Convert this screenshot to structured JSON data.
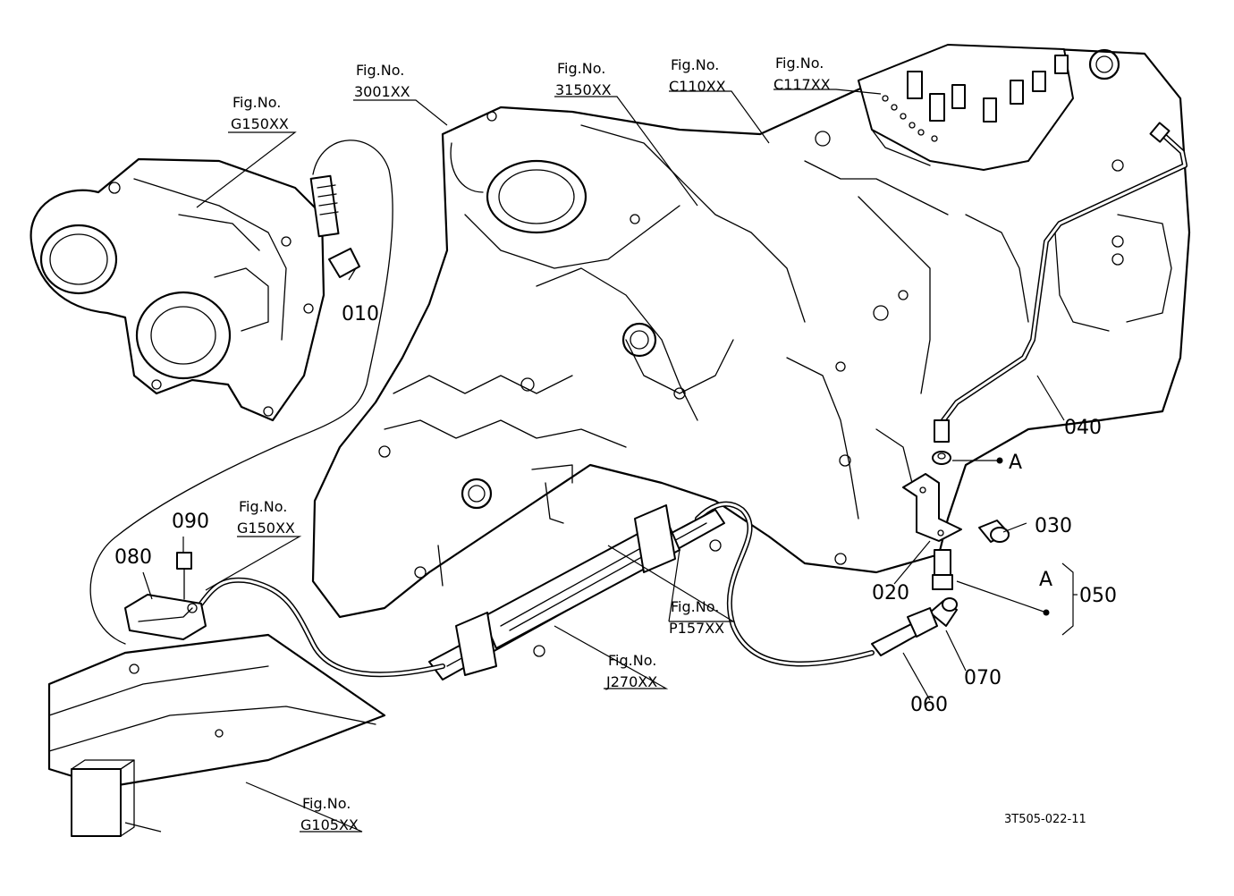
{
  "figure_refs": [
    {
      "id": "g150-top",
      "line1": "Fig.No.",
      "line2": "G150XX"
    },
    {
      "id": "3001",
      "line1": "Fig.No.",
      "line2": "3001XX"
    },
    {
      "id": "3150",
      "line1": "Fig.No.",
      "line2": "3150XX"
    },
    {
      "id": "c110",
      "line1": "Fig.No.",
      "line2": "C110XX"
    },
    {
      "id": "c117",
      "line1": "Fig.No.",
      "line2": "C117XX"
    },
    {
      "id": "g150-left",
      "line1": "Fig.No.",
      "line2": "G150XX"
    },
    {
      "id": "p157",
      "line1": "Fig.No.",
      "line2": "P157XX"
    },
    {
      "id": "j270",
      "line1": "Fig.No.",
      "line2": "J270XX"
    },
    {
      "id": "g105",
      "line1": "Fig.No.",
      "line2": "G105XX"
    }
  ],
  "parts": {
    "p010": "010",
    "p020": "020",
    "p030": "030",
    "p040": "040",
    "p050": "050",
    "p060": "060",
    "p070": "070",
    "p080": "080",
    "p090": "090"
  },
  "markers": {
    "a_top": "A",
    "a_group": "A"
  },
  "drawing_code": "3T505-022-11"
}
